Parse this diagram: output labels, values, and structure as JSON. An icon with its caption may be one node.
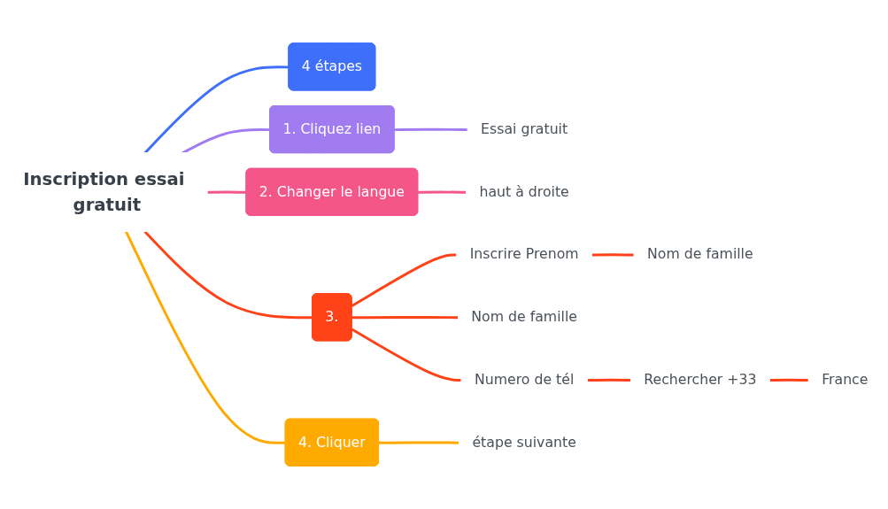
{
  "diagram": {
    "nodes": [
      {
        "text": [
          "Inscription essai gratuit"
        ]
      },
      {
        "text": [
          "4 étapes"
        ]
      },
      {
        "text": [
          "1. Cliquez lien"
        ]
      },
      {
        "text": [
          "Essai gratuit"
        ]
      },
      {
        "text": [
          "2. Changer le langue"
        ]
      },
      {
        "text": [
          "haut à droite"
        ]
      },
      {
        "text": [
          "3."
        ]
      },
      {
        "text": [
          "Inscrire Prenom"
        ]
      },
      {
        "text": [
          "Nom de famille"
        ]
      },
      {
        "text": [
          "Nom de famille"
        ]
      },
      {
        "text": [
          "Numero de tél"
        ]
      },
      {
        "text": [
          "Rechercher +33"
        ]
      },
      {
        "text": [
          "France"
        ]
      },
      {
        "text": [
          "4. Cliquer"
        ]
      },
      {
        "text": [
          "étape suivante"
        ]
      }
    ],
    "edges": [
      {
        "from": 0,
        "to": 1,
        "arrow": "none",
        "color": "#3d6ffb"
      },
      {
        "from": 0,
        "to": 2,
        "arrow": "none",
        "color": "#a07cf0"
      },
      {
        "from": 2,
        "to": 3,
        "arrow": "none",
        "color": "#a07cf0"
      },
      {
        "from": 0,
        "to": 4,
        "arrow": "none",
        "color": "#f5568a"
      },
      {
        "from": 4,
        "to": 5,
        "arrow": "none",
        "color": "#f5568a"
      },
      {
        "from": 0,
        "to": 6,
        "arrow": "none",
        "color": "#ff4217"
      },
      {
        "from": 6,
        "to": 7,
        "arrow": "none",
        "color": "#ff4217"
      },
      {
        "from": 7,
        "to": 8,
        "arrow": "none",
        "color": "#ff4217"
      },
      {
        "from": 6,
        "to": 9,
        "arrow": "none",
        "color": "#ff4217"
      },
      {
        "from": 6,
        "to": 10,
        "arrow": "none",
        "color": "#ff4217"
      },
      {
        "from": 10,
        "to": 11,
        "arrow": "none",
        "color": "#ff4217"
      },
      {
        "from": 11,
        "to": 12,
        "arrow": "none",
        "color": "#ff4217"
      },
      {
        "from": 0,
        "to": 13,
        "arrow": "none",
        "color": "#ffaa00"
      },
      {
        "from": 13,
        "to": 14,
        "arrow": "none",
        "color": "#ffaa00"
      }
    ]
  }
}
